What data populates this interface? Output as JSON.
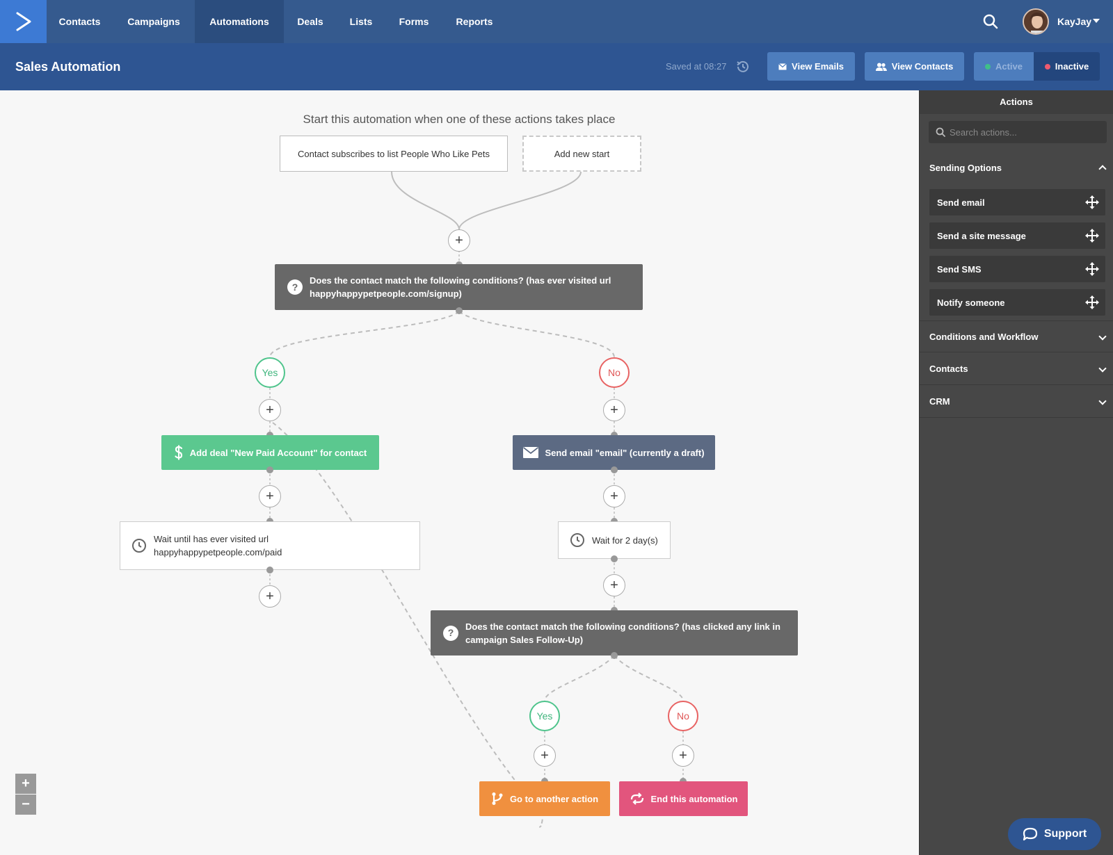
{
  "nav": {
    "items": [
      {
        "label": "Contacts"
      },
      {
        "label": "Campaigns"
      },
      {
        "label": "Automations"
      },
      {
        "label": "Deals"
      },
      {
        "label": "Lists"
      },
      {
        "label": "Forms"
      },
      {
        "label": "Reports"
      }
    ],
    "active": "Automations",
    "user_name": "KayJay"
  },
  "header": {
    "title": "Sales Automation",
    "saved_text": "Saved at 08:27",
    "view_emails_label": "View Emails",
    "view_contacts_label": "View Contacts",
    "active_label": "Active",
    "inactive_label": "Inactive",
    "status_selected": "Inactive"
  },
  "canvas": {
    "start_prompt": "Start this automation when one of these actions takes place",
    "trigger": "Contact subscribes to list People Who Like Pets",
    "add_start_label": "Add new start",
    "condition1": "Does the contact match the following conditions? (has ever visited url happyhappypetpeople.com/signup)",
    "yes_label": "Yes",
    "no_label": "No",
    "add_deal": "Add deal \"New Paid Account\" for contact",
    "send_email": "Send email \"email\" (currently a draft)",
    "wait_url": "Wait until has ever visited url happyhappypetpeople.com/paid",
    "wait_days": "Wait for 2 day(s)",
    "condition2": "Does the contact match the following conditions? (has clicked any link in campaign Sales Follow-Up)",
    "goto_action": "Go to another action",
    "end_automation": "End this automation",
    "plus_glyph": "+",
    "question_glyph": "?",
    "zoom_in": "+",
    "zoom_out": "−"
  },
  "sidebar": {
    "title": "Actions",
    "search_placeholder": "Search actions...",
    "sections": [
      {
        "label": "Sending Options",
        "expanded": true,
        "items": [
          "Send email",
          "Send a site message",
          "Send SMS",
          "Notify someone"
        ]
      },
      {
        "label": "Conditions and Workflow",
        "expanded": false
      },
      {
        "label": "Contacts",
        "expanded": false
      },
      {
        "label": "CRM",
        "expanded": false
      }
    ]
  },
  "support_label": "Support",
  "colors": {
    "nav_bg": "#355a8e",
    "subheader_bg": "#2e5592",
    "yes": "#4fc48c",
    "no": "#e86363",
    "deal": "#5bc88f",
    "email": "#5c6a83",
    "goto": "#f0903f",
    "end": "#e2557d",
    "condition": "#686868"
  },
  "icons": [
    "logo-icon",
    "search-icon",
    "history-icon",
    "envelope-icon",
    "users-icon",
    "question-icon",
    "dollar-icon",
    "clock-icon",
    "branch-icon",
    "loop-icon",
    "move-icon",
    "chevron-icon",
    "chat-icon"
  ]
}
